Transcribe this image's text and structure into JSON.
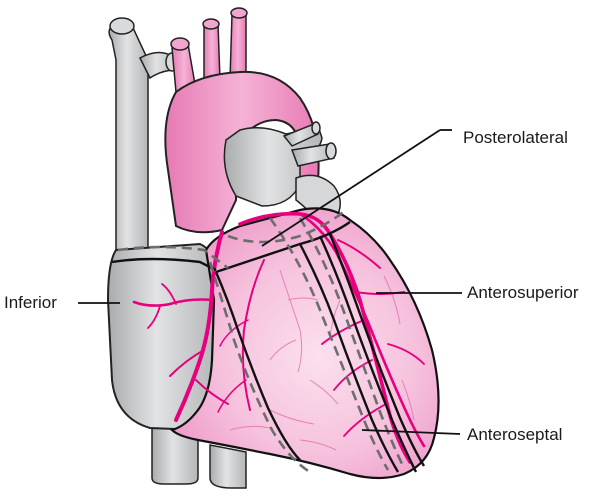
{
  "labels": {
    "posterolateral": "Posterolateral",
    "inferior": "Inferior",
    "anterosuperior": "Anterosuperior",
    "anteroseptal": "Anteroseptal"
  },
  "colors": {
    "vessel_gray": "#c9cacb",
    "vessel_gray_dark": "#9fa1a3",
    "aorta_pink": "#ef8fc4",
    "heart_pink": "#f7c7e0",
    "heart_pink_deep": "#f1a9d0",
    "coronary_magenta": "#e6007e",
    "outline": "#111111",
    "dashed_boundary": "#6d6d6d"
  }
}
